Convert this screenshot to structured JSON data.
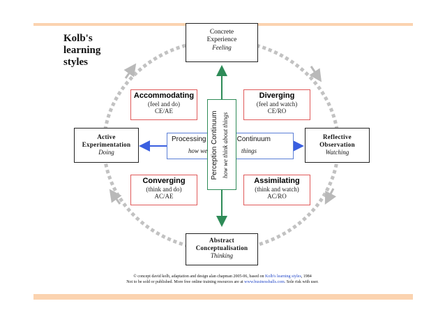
{
  "title": [
    "Kolb's",
    "learning",
    "styles"
  ],
  "poles": {
    "top": {
      "l1": "Concrete",
      "l2": "Experience",
      "sub": "Feeling"
    },
    "bottom": {
      "l1": "Abstract",
      "l2": "Conceptualisation",
      "sub": "Thinking"
    },
    "left": {
      "l1": "Active",
      "l2": "Experimentation",
      "sub": "Doing"
    },
    "right": {
      "l1": "Reflective",
      "l2": "Observation",
      "sub": "Watching"
    }
  },
  "styles": {
    "accommodating": {
      "name": "Accommodating",
      "desc": "(feel and do)",
      "code": "CE/AE"
    },
    "diverging": {
      "name": "Diverging",
      "desc": "(feel and watch)",
      "code": "CE/RO"
    },
    "converging": {
      "name": "Converging",
      "desc": "(think and do)",
      "code": "AC/AE"
    },
    "assimilating": {
      "name": "Assimilating",
      "desc": "(think and watch)",
      "code": "AC/RO"
    }
  },
  "processing": {
    "left": "Processing",
    "right": "Continuum",
    "sub_left": "how we",
    "sub_right": "things"
  },
  "perception": {
    "line1": "Perception Continuum",
    "line2": "how we think about things"
  },
  "footer": {
    "line1_a": "© concept david kolb, adaptation and design alan chapman 2005-06, based on ",
    "line1_link": "Kolb's learning styles",
    "line1_b": ", 1984",
    "line2_a": "Not to be sold or published. More free online training resources are at ",
    "line2_link": "www.businessballs.com",
    "line2_b": ". Sole risk with user."
  },
  "colors": {
    "band": "#fbd3b0",
    "red_border": "#e05a5a",
    "blue": "#3a5fe0",
    "green": "#2e8b57",
    "dash": "#b9b9b9"
  }
}
